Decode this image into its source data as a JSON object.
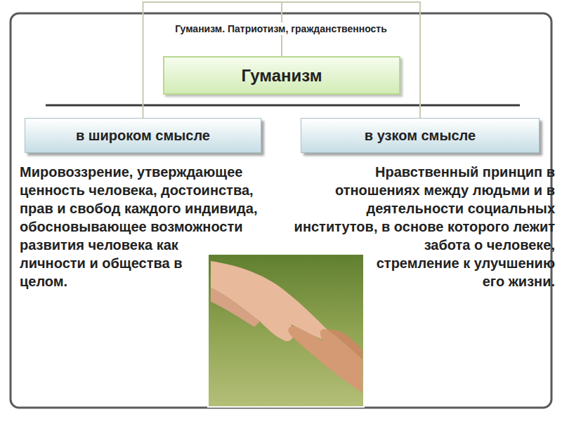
{
  "diagram": {
    "title": "Гуманизм. Патриотизм, гражданственность",
    "nodes": [
      {
        "text": [
          "Гуманизм"
        ]
      },
      {
        "text": [
          "в широком смысле"
        ]
      },
      {
        "text": [
          "в узком смысле"
        ]
      }
    ],
    "edges": [
      {
        "from": 0,
        "to": 1,
        "arrow": "none"
      },
      {
        "from": 0,
        "to": 2,
        "arrow": "none"
      }
    ],
    "labels": [
      "Мировоззрение, утверждающее ценность человека, достоинства, прав и свобод каждого индивида, обосновывающее возможности развития человека как личности и общества в целом.",
      "Нравственный принцип в отношениях между людьми и в деятельности социальных институтов, в основе которого лежит забота о человеке, стремление к улучшению его жизни."
    ]
  }
}
